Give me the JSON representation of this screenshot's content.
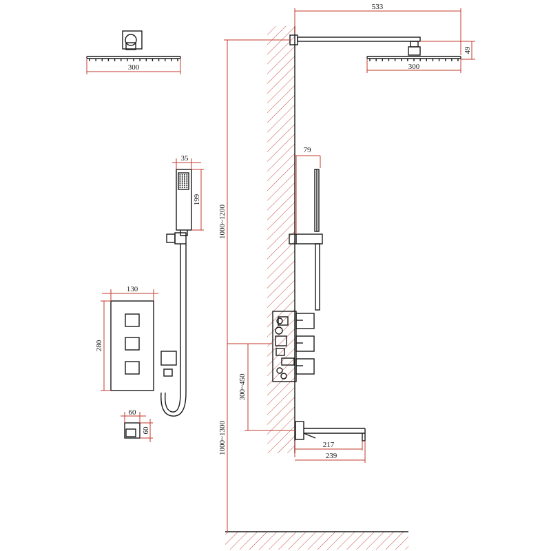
{
  "dimensions": {
    "overhead_width_top": "300",
    "overhead_width_side": "300",
    "arm_length": "533",
    "overhead_height": "49",
    "handshower_width": "35",
    "handshower_length": "199",
    "bracket_projection": "79",
    "valve_width": "130",
    "valve_height": "280",
    "elbow_width": "60",
    "elbow_height": "60",
    "overhead_mount_height": "1000~1200",
    "valve_mount_range": "300~450",
    "spout_mount_height": "1000~1300",
    "spout_reach": "217",
    "spout_length": "239"
  },
  "colors": {
    "dimension_lines": "#c0392b",
    "object_lines": "#1a1a1a",
    "wall_hatch": "#c0392b"
  }
}
